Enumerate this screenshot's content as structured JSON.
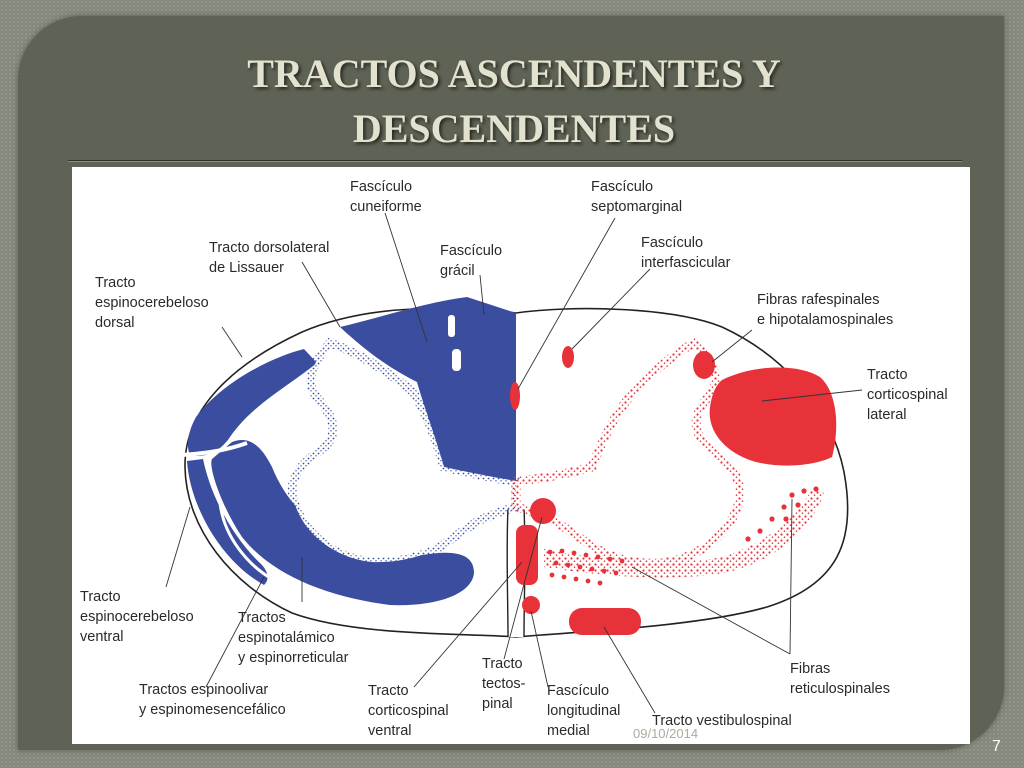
{
  "slide": {
    "title_line1": "TRACTOS ASCENDENTES Y",
    "title_line2": "DESCENDENTES",
    "date": "09/10/2014",
    "page_number": "7"
  },
  "colors": {
    "ascending": "#3b4d9e",
    "descending": "#e8323a",
    "background": "#5f6355",
    "title": "#e3e2cf"
  },
  "diagram": {
    "labels": {
      "fasciculo_cuneiforme": [
        "Fascículo",
        "cuneiforme"
      ],
      "fasciculo_septomarginal": [
        "Fascículo",
        "septomarginal"
      ],
      "tracto_lissauer": [
        "Tracto dorsolateral",
        "de Lissauer"
      ],
      "fasciculo_gracil": [
        "Fascículo",
        "grácil"
      ],
      "fasciculo_interfascicular": [
        "Fascículo",
        "interfascicular"
      ],
      "tracto_espinocerebeloso_dorsal": [
        "Tracto",
        "espinocerebeloso",
        "dorsal"
      ],
      "fibras_rafespinales": [
        "Fibras rafespinales",
        "e hipotalamospinales"
      ],
      "tracto_corticospinal_lateral": [
        "Tracto",
        "corticospinal",
        "lateral"
      ],
      "tracto_espinocerebeloso_ventral": [
        "Tracto",
        "espinocerebeloso",
        "ventral"
      ],
      "tractos_espinotalamico": [
        "Tractos",
        "espinotalámico",
        "y espinorreticular"
      ],
      "fibras_reticulospinales": [
        "Fibras",
        "reticulospinales"
      ],
      "tracto_tectospinal": [
        "Tracto",
        "tectos-",
        "pinal"
      ],
      "tractos_espinoolivar": [
        "Tractos espinoolivar",
        "y espinomesencefálico"
      ],
      "tracto_corticospinal_ventral": [
        "Tracto",
        "corticospinal",
        "ventral"
      ],
      "fasciculo_longitudinal_medial": [
        "Fascículo",
        "longitudinal",
        "medial"
      ],
      "tracto_vestibulospinal": [
        "Tracto vestibulospinal"
      ]
    }
  }
}
